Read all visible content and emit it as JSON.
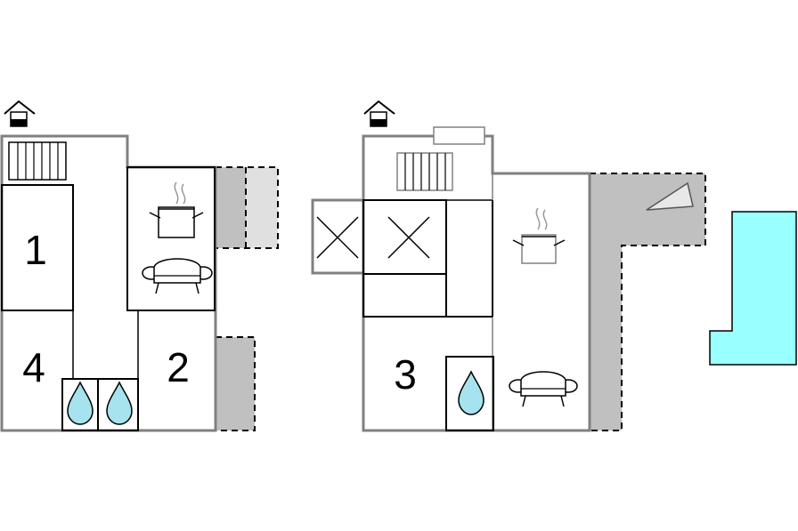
{
  "floor_plan": {
    "levels": [
      {
        "rooms": [
          {
            "number": "1",
            "type": "bedroom"
          },
          {
            "number": "4",
            "type": "bedroom"
          },
          {
            "number": "2",
            "type": "bedroom"
          }
        ],
        "icons": [
          "entrance-icon",
          "radiator-icon",
          "kitchen-icon",
          "sofa-icon",
          "bathroom-icon",
          "bathroom-icon"
        ]
      },
      {
        "rooms": [
          {
            "number": "3",
            "type": "bedroom"
          }
        ],
        "icons": [
          "entrance-icon",
          "radiator-icon",
          "storage-icon",
          "storage-icon",
          "kitchen-icon",
          "sofa-icon",
          "bathroom-icon",
          "terrace-icon"
        ]
      }
    ],
    "colors": {
      "wall": "#808080",
      "terrace": "#c0c0c0",
      "terrace_light": "#e0e0e0",
      "water": "#a6e3ef",
      "pool": "#99ffff"
    }
  }
}
